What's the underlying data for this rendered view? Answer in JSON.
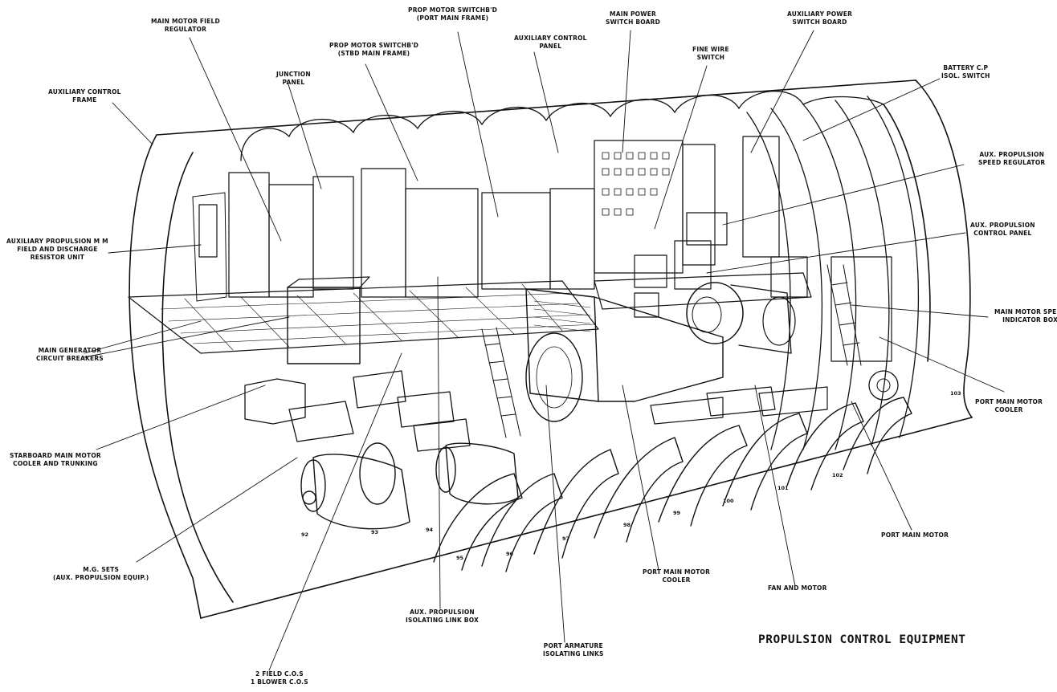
{
  "title": "PROPULSION CONTROL EQUIPMENT",
  "labels": {
    "main_motor_field_regulator": [
      "MAIN MOTOR FIELD",
      "REGULATOR"
    ],
    "prop_motor_switchbd_port": [
      "PROP MOTOR SWITCHB'D",
      "(PORT MAIN FRAME)"
    ],
    "main_power_switch_board": [
      "MAIN POWER",
      "SWITCH BOARD"
    ],
    "auxiliary_power_switch_board": [
      "AUXILIARY POWER",
      "SWITCH BOARD"
    ],
    "prop_motor_switchbd_stbd": [
      "PROP MOTOR SWITCHB'D",
      "(STBD MAIN FRAME)"
    ],
    "auxiliary_control_panel": [
      "AUXILIARY CONTROL",
      "PANEL"
    ],
    "fine_wire_switch": [
      "FINE WIRE",
      "SWITCH"
    ],
    "battery_cp_isol_switch": [
      "BATTERY C.P",
      "ISOL. SWITCH"
    ],
    "junction_panel": [
      "JUNCTION",
      "PANEL"
    ],
    "auxiliary_control_frame": [
      "AUXILIARY CONTROL",
      "FRAME"
    ],
    "aux_propulsion_speed_regulator": [
      "AUX. PROPULSION",
      "SPEED REGULATOR"
    ],
    "aux_propulsion_control_panel": [
      "AUX. PROPULSION",
      "CONTROL PANEL"
    ],
    "auxiliary_propulsion_mm_field": [
      "AUXILIARY PROPULSION M M",
      "FIELD AND DISCHARGE",
      "RESISTOR UNIT"
    ],
    "main_motor_speed_indicator_box": [
      "MAIN MOTOR SPEED",
      "INDICATOR BOX"
    ],
    "main_generator_circuit_breakers": [
      "MAIN GENERATOR",
      "CIRCUIT BREAKERS"
    ],
    "port_main_motor_cooler_right": [
      "PORT MAIN MOTOR",
      "COOLER"
    ],
    "starboard_main_motor_cooler": [
      "STARBOARD MAIN  MOTOR",
      "COOLER AND TRUNKING"
    ],
    "port_main_motor": [
      "PORT MAIN MOTOR"
    ],
    "port_main_motor_cooler_bottom": [
      "PORT MAIN MOTOR",
      "COOLER"
    ],
    "fan_and_motor": [
      "FAN AND MOTOR"
    ],
    "mg_sets": [
      "M.G. SETS",
      "(AUX. PROPULSION EQUIP.)"
    ],
    "aux_propulsion_isolating_link_box": [
      "AUX. PROPULSION",
      "ISOLATING LINK BOX"
    ],
    "port_armature_isolating_links": [
      "PORT ARMATURE",
      "ISOLATING LINKS"
    ],
    "field_cos": [
      "2 FIELD C.O.S",
      "1 BLOWER C.O.S"
    ]
  },
  "frame_numbers": [
    "92",
    "93",
    "94",
    "95",
    "96",
    "97",
    "98",
    "99",
    "100",
    "101",
    "102",
    "103"
  ]
}
